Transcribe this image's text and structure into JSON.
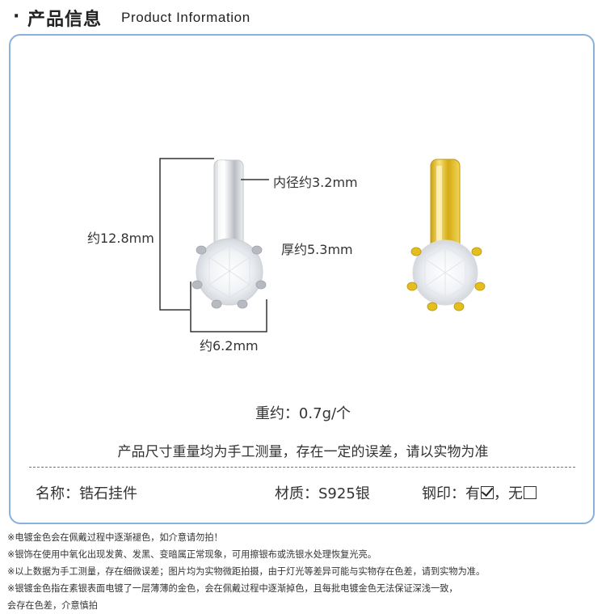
{
  "header": {
    "bullet": "·",
    "title_cn": "产品信息",
    "title_en": "Product Information"
  },
  "dimensions": {
    "inner_diameter": "内径约3.2mm",
    "height": "约12.8mm",
    "thickness": "厚约5.3mm",
    "width": "约6.2mm"
  },
  "weight": "重约：0.7g/个",
  "measure_note": "产品尺寸重量均为手工测量，存在一定的误差，请以实物为准",
  "specs": {
    "name_label": "名称：",
    "name_value": "锆石挂件",
    "material_label": "材质：",
    "material_value": "S925银",
    "stamp_label": "钢印：",
    "stamp_yes": "有",
    "stamp_sep": "，",
    "stamp_no": "无",
    "stamp_yes_checked": true,
    "stamp_no_checked": false
  },
  "notes": [
    "※电镀金色会在佩戴过程中逐渐褪色，如介意请勿拍！",
    "※银饰在使用中氧化出现发黄、发黑、变暗属正常现象，可用擦银布或洗银水处理恢复光亮。",
    "※以上数据为手工测量，存在细微误差；图片均为实物微距拍摄，由于灯光等差异可能与实物存在色差，请到实物为准。",
    "※银镀金色指在素银表面电镀了一层薄薄的金色，会在佩戴过程中逐渐掉色，且每批电镀金色无法保证深浅一致，",
    "会存在色差，介意慎拍"
  ],
  "colors": {
    "card_border": "#8ab0de",
    "silver": "#c9ccd1",
    "gold": "#e6c21f"
  }
}
